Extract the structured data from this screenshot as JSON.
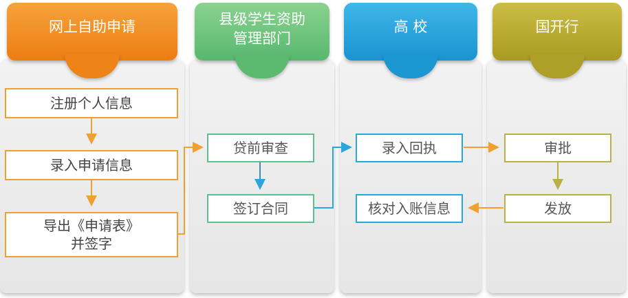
{
  "columns": [
    {
      "title": "网上自助申请",
      "color": "#f08a1a",
      "steps": [
        "注册个人信息",
        "录入申请信息",
        "导出《申请表》\n并签字"
      ]
    },
    {
      "title": "县级学生资助\n管理部门",
      "color": "#6cc07a",
      "steps": [
        "贷前审查",
        "签订合同"
      ]
    },
    {
      "title": "高  校",
      "color": "#1e9fd8",
      "steps": [
        "录入回执",
        "核对入账信息"
      ]
    },
    {
      "title": "国开行",
      "color": "#b9a931",
      "steps": [
        "审批",
        "发放"
      ]
    }
  ],
  "colors": {
    "orange": "#f0a030",
    "green": "#5fbf8c",
    "teal": "#2aa7d8",
    "olive": "#b9b04a",
    "panel": "#eeeeee"
  }
}
